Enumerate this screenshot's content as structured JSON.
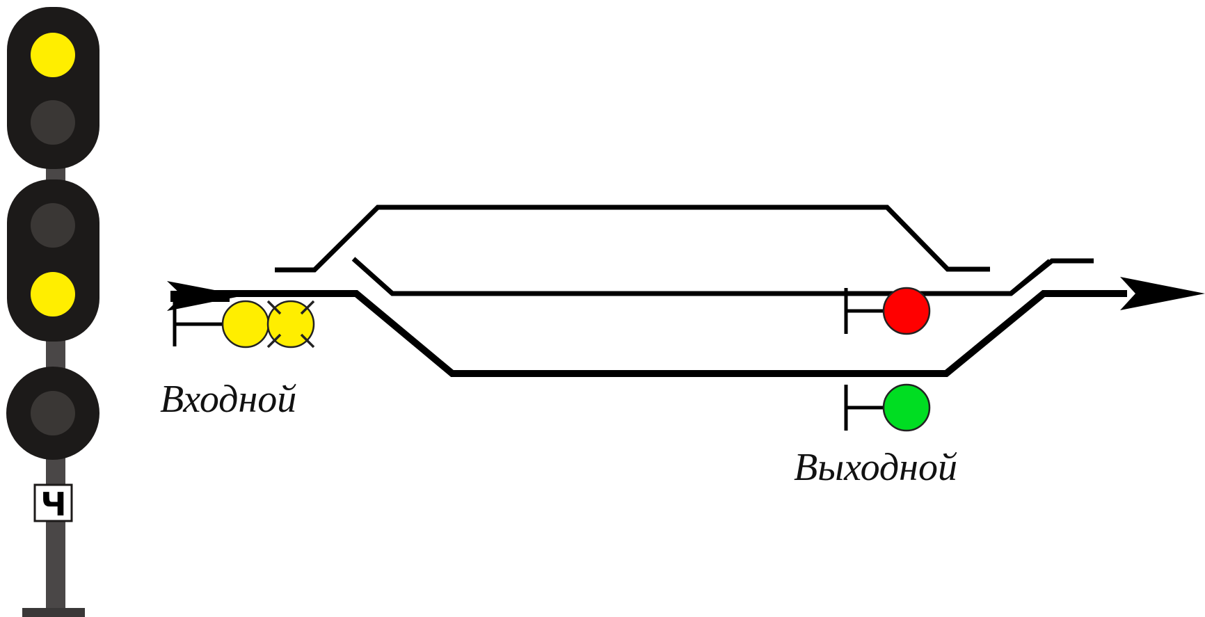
{
  "colors": {
    "background": "#ffffff",
    "track": "#000000",
    "signal_head": "#1c1a19",
    "signal_pole": "#4a4747",
    "lamp_off": "#3a3735",
    "yellow": "#ffee00",
    "red": "#ff0000",
    "green": "#00dd22"
  },
  "mast_signal": {
    "lamps": [
      {
        "name": "top-yellow",
        "state": "on",
        "color": "yellow"
      },
      {
        "name": "second-lamp",
        "state": "off"
      },
      {
        "name": "third-lamp",
        "state": "off"
      },
      {
        "name": "fourth-yellow",
        "state": "on",
        "color": "yellow"
      },
      {
        "name": "bottom-lamp",
        "state": "off"
      }
    ],
    "plate_letter": "Ч"
  },
  "entry_signal": {
    "label": "Входной",
    "lamps": [
      "yellow",
      "yellow-crossed"
    ]
  },
  "exit_signals": {
    "label": "Выходной",
    "upper_lamp": "red",
    "lower_lamp": "green"
  },
  "icons": {
    "entry_arrow": "arrow-right-icon",
    "exit_arrow": "arrow-right-icon"
  }
}
